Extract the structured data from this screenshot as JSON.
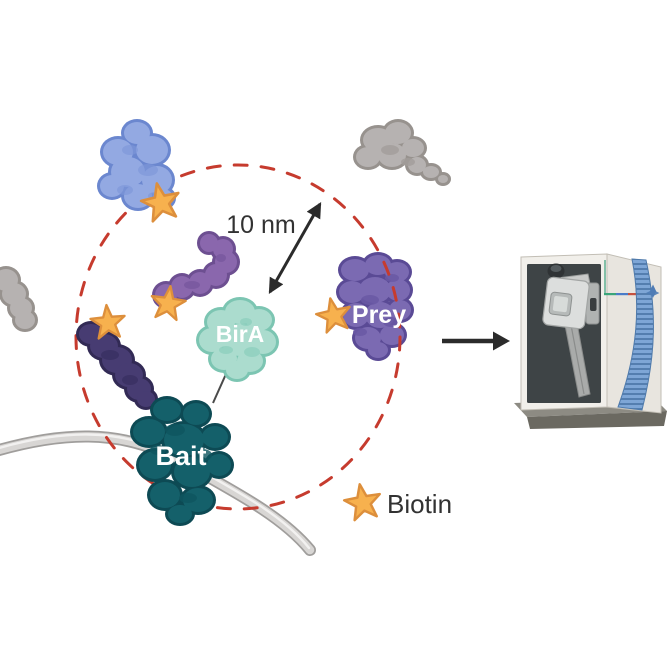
{
  "diagram": {
    "distance_label": "10 nm",
    "enzyme_label": "BirA",
    "bait_label": "Bait",
    "prey_label": "Prey",
    "legend": {
      "biotin_label": "Biotin"
    },
    "colors": {
      "radius_dash": "#c63b2e",
      "star_fill": "#f7b14e",
      "star_outline": "#dd8f3c",
      "bira_fill": "#abdcce",
      "bait_fill": "#14606a",
      "prey_fill": "#7b6ab2",
      "blue_protein_fill": "#93a9e2",
      "purple_worm_fill": "#8a67ad",
      "navy_protein_fill": "#473c72",
      "gray_protein_fill": "#b6b2b1",
      "membrane_fill": "#d8d6d4",
      "arrow": "#2b2b2b",
      "annotation_text": "#323232",
      "protein_label_text": "#ffffff",
      "spectrometer_panel": "#3e4446",
      "spectrometer_body": "#f1efea",
      "spectrometer_stripe": "#7ea6d6"
    }
  }
}
